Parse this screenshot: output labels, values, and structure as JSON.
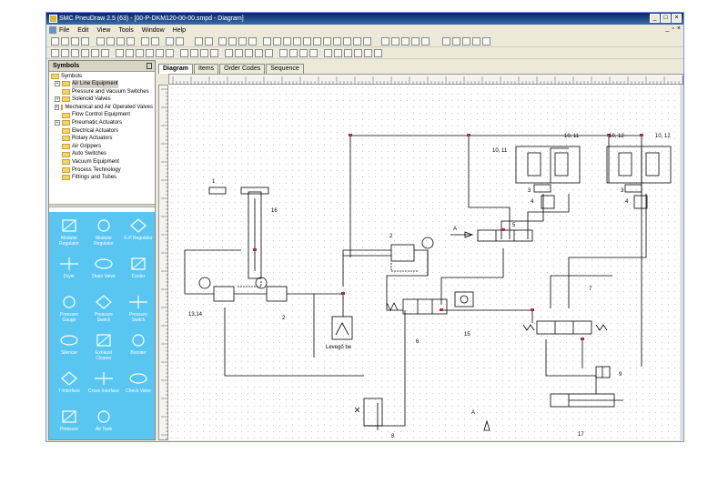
{
  "window": {
    "title": "SMC PneuDraw 2.5 (63) - [00-P-DKM120-00-00.smpd - Diagram]"
  },
  "menu": {
    "items": [
      "File",
      "Edit",
      "View",
      "Tools",
      "Window",
      "Help"
    ]
  },
  "symbols_panel": {
    "title": "Symbols",
    "root": "Symbols",
    "items": [
      {
        "label": "Air Line Equipment",
        "expandable": true,
        "selected": true
      },
      {
        "label": "Pressure and Vacuum Switches",
        "expandable": false
      },
      {
        "label": "Solenoid Valves",
        "expandable": true
      },
      {
        "label": "Mechanical and Air Operated Valves",
        "expandable": true
      },
      {
        "label": "Flow Control Equipment",
        "expandable": false
      },
      {
        "label": "Pneumatic Actuators",
        "expandable": true
      },
      {
        "label": "Electrical Actuators",
        "expandable": false
      },
      {
        "label": "Rotary Actuators",
        "expandable": false
      },
      {
        "label": "Air Grippers",
        "expandable": false
      },
      {
        "label": "Auto Switches",
        "expandable": false
      },
      {
        "label": "Vacuum Equipment",
        "expandable": false
      },
      {
        "label": "Process Technology",
        "expandable": false
      },
      {
        "label": "Fittings and Tubes",
        "expandable": false
      }
    ],
    "palette": [
      {
        "label": "Modular Regulator",
        "icon": "regulator-symbol-icon"
      },
      {
        "label": "Modular Regulator",
        "icon": "regulator-gauge-symbol-icon"
      },
      {
        "label": "E-P Regulator",
        "icon": "ep-regulator-symbol-icon"
      },
      {
        "label": "Dryer",
        "icon": "dryer-symbol-icon"
      },
      {
        "label": "Drain Valve",
        "icon": "drain-valve-symbol-icon"
      },
      {
        "label": "Cooler",
        "icon": "cooler-symbol-icon"
      },
      {
        "label": "Pressure Gauge",
        "icon": "pressure-gauge-symbol-icon"
      },
      {
        "label": "Pressure Switch",
        "icon": "pressure-switch-symbol-icon"
      },
      {
        "label": "Pressure Switch",
        "icon": "pressure-switch-alt-symbol-icon"
      },
      {
        "label": "Silencer",
        "icon": "silencer-symbol-icon"
      },
      {
        "label": "Exhaust Cleaner",
        "icon": "exhaust-cleaner-symbol-icon"
      },
      {
        "label": "Booster",
        "icon": "booster-symbol-icon"
      },
      {
        "label": "T-Interface",
        "icon": "t-interface-symbol-icon"
      },
      {
        "label": "Cross Interface",
        "icon": "cross-interface-symbol-icon"
      },
      {
        "label": "Check Valve",
        "icon": "check-valve-symbol-icon"
      },
      {
        "label": "Pressure",
        "icon": "pressure-source-symbol-icon"
      },
      {
        "label": "Air Tank",
        "icon": "air-tank-symbol-icon"
      }
    ]
  },
  "tabs": [
    "Diagram",
    "Items",
    "Order Codes",
    "Sequence"
  ],
  "diagram": {
    "labels": {
      "l1": "1",
      "l16": "16",
      "l2a": "2",
      "l2b": "2",
      "l13": "13,14",
      "lvalve": "Levegő be",
      "lA1": "A",
      "lA2": "A",
      "l5": "5",
      "l6": "6",
      "l15": "15",
      "l7": "7",
      "l8": "8",
      "l9": "9",
      "l17": "17",
      "l1011a": "10, 11",
      "l1011b": "10, 11",
      "l1012a": "10, 12",
      "l1012b": "10, 12",
      "l3a": "3",
      "l3b": "3",
      "l4a": "4",
      "l4b": "4"
    }
  },
  "colors": {
    "palette_bg": "#59c6f2",
    "title_bar": "#0a246a",
    "wire": "#000000",
    "port_marker": "#b03030"
  }
}
